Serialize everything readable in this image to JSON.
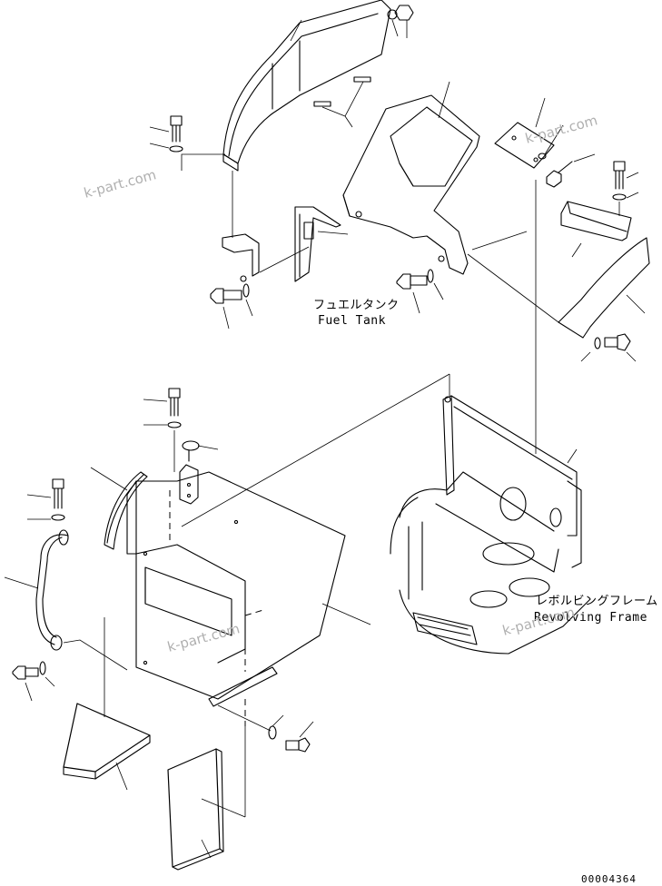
{
  "labels": {
    "fuel_tank_jp": "フュエルタンク",
    "fuel_tank_en": "Fuel Tank",
    "revolving_frame_jp": "レボルビングフレーム",
    "revolving_frame_en": "Revolving Frame"
  },
  "watermarks": [
    "k-part.com",
    "k-part.com",
    "k-part.com",
    "k-part.com"
  ],
  "drawing_code": "00004364"
}
